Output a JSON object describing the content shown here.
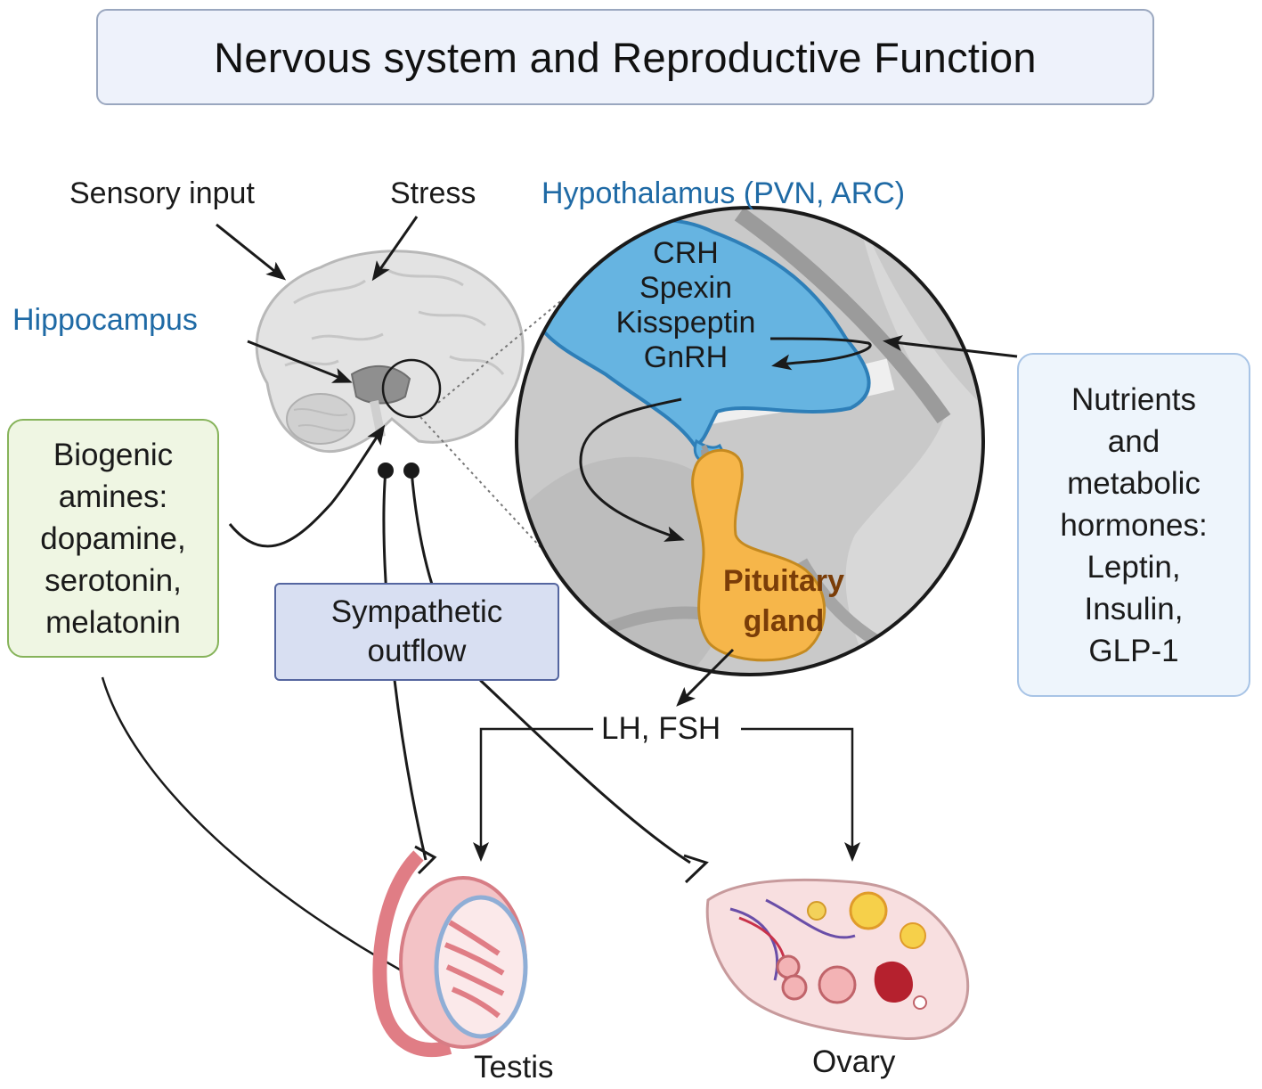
{
  "title": "Nervous system and Reproductive Function",
  "labels": {
    "sensory_input": "Sensory input",
    "stress": "Stress",
    "hypothalamus": "Hypothalamus (PVN, ARC)",
    "hippocampus": "Hippocampus",
    "lh_fsh": "LH, FSH",
    "testis": "Testis",
    "ovary": "Ovary"
  },
  "hypothalamus_hormones": [
    "CRH",
    "Spexin",
    "Kisspeptin",
    "GnRH"
  ],
  "pituitary": [
    "Pituitary",
    "gland"
  ],
  "biogenic_box": [
    "Biogenic",
    "amines:",
    "dopamine,",
    "serotonin,",
    "melatonin"
  ],
  "sympathetic_box": [
    "Sympathetic",
    "outflow"
  ],
  "nutrients_box": [
    "Nutrients",
    "and",
    "metabolic",
    "hormones:",
    "Leptin,",
    "Insulin,",
    "GLP-1"
  ],
  "colors": {
    "hypothalamus_blue": "#64b4e0",
    "pituitary_orange": "#f6b64a",
    "biogenic_green": "#86b35a",
    "sympathetic_blue": "#5566a0",
    "label_blue": "#1f6aa5"
  }
}
